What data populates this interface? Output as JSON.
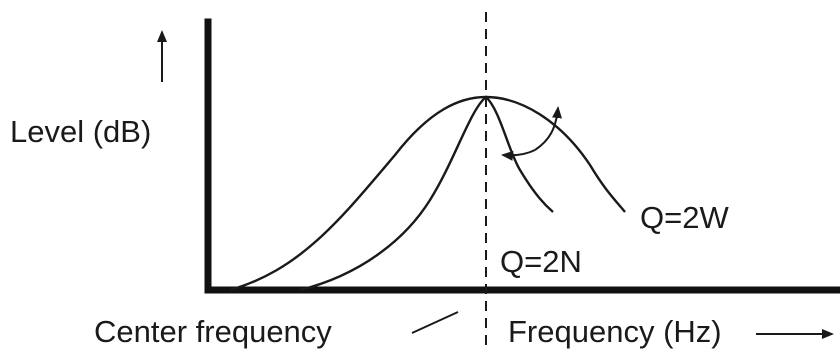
{
  "diagram": {
    "y_axis_label": "Level (dB)",
    "x_axis_label": "Frequency (Hz)",
    "center_label": "Center frequency",
    "narrow_label": "Q=2N",
    "wide_label": "Q=2W",
    "color": "#1a1a1a"
  }
}
